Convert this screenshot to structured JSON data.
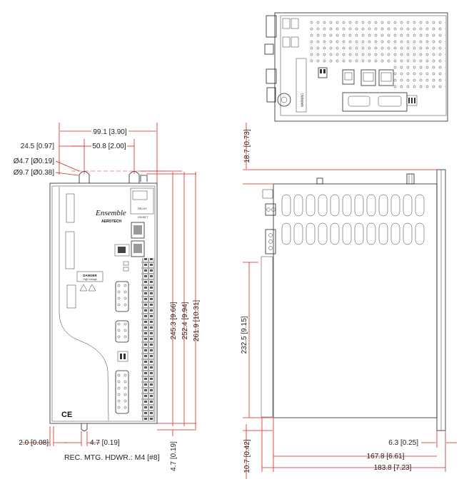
{
  "front_view": {
    "dims": {
      "overall_width": "99.1 [3.90]",
      "hole_spacing": "50.8 [2.00]",
      "hole_offset": "24.5 [0.97]",
      "small_hole": "Ø4.7 [Ø0.19]",
      "large_hole": "Ø9.7 [Ø0.38]",
      "height_a": "245.3 [9.66]",
      "height_b": "252.4 [9.94]",
      "height_c": "261.9 [10.31]",
      "left_margin": "2.0 [0.08]",
      "bottom_hole": "4.7 [0.19]",
      "bottom_offset": "4.7 [0.19]"
    },
    "labels": {
      "brand": "Ensemble",
      "brand_sub": "AEROTECH",
      "relay": "RELAY",
      "ssnet": "SS/NET",
      "danger": "DANGER",
      "danger_sub": "High voltage",
      "ce_mark": "CE"
    },
    "note": "REC. MTG. HDWR.: M4 [#8]"
  },
  "side_view": {
    "dims": {
      "top_offset": "18.7 [0.73]",
      "height": "232.5 [9.15]",
      "bottom_offset": "10.7 [0.42]",
      "rear_gap": "6.3 [0.25]",
      "depth": "167.8 [6.61]",
      "overall_depth": "183.8 [7.23]"
    }
  },
  "top_view": {
    "warning": "WARNING"
  },
  "colors": {
    "dimension_line": "#d9231d",
    "outline": "#222222"
  }
}
